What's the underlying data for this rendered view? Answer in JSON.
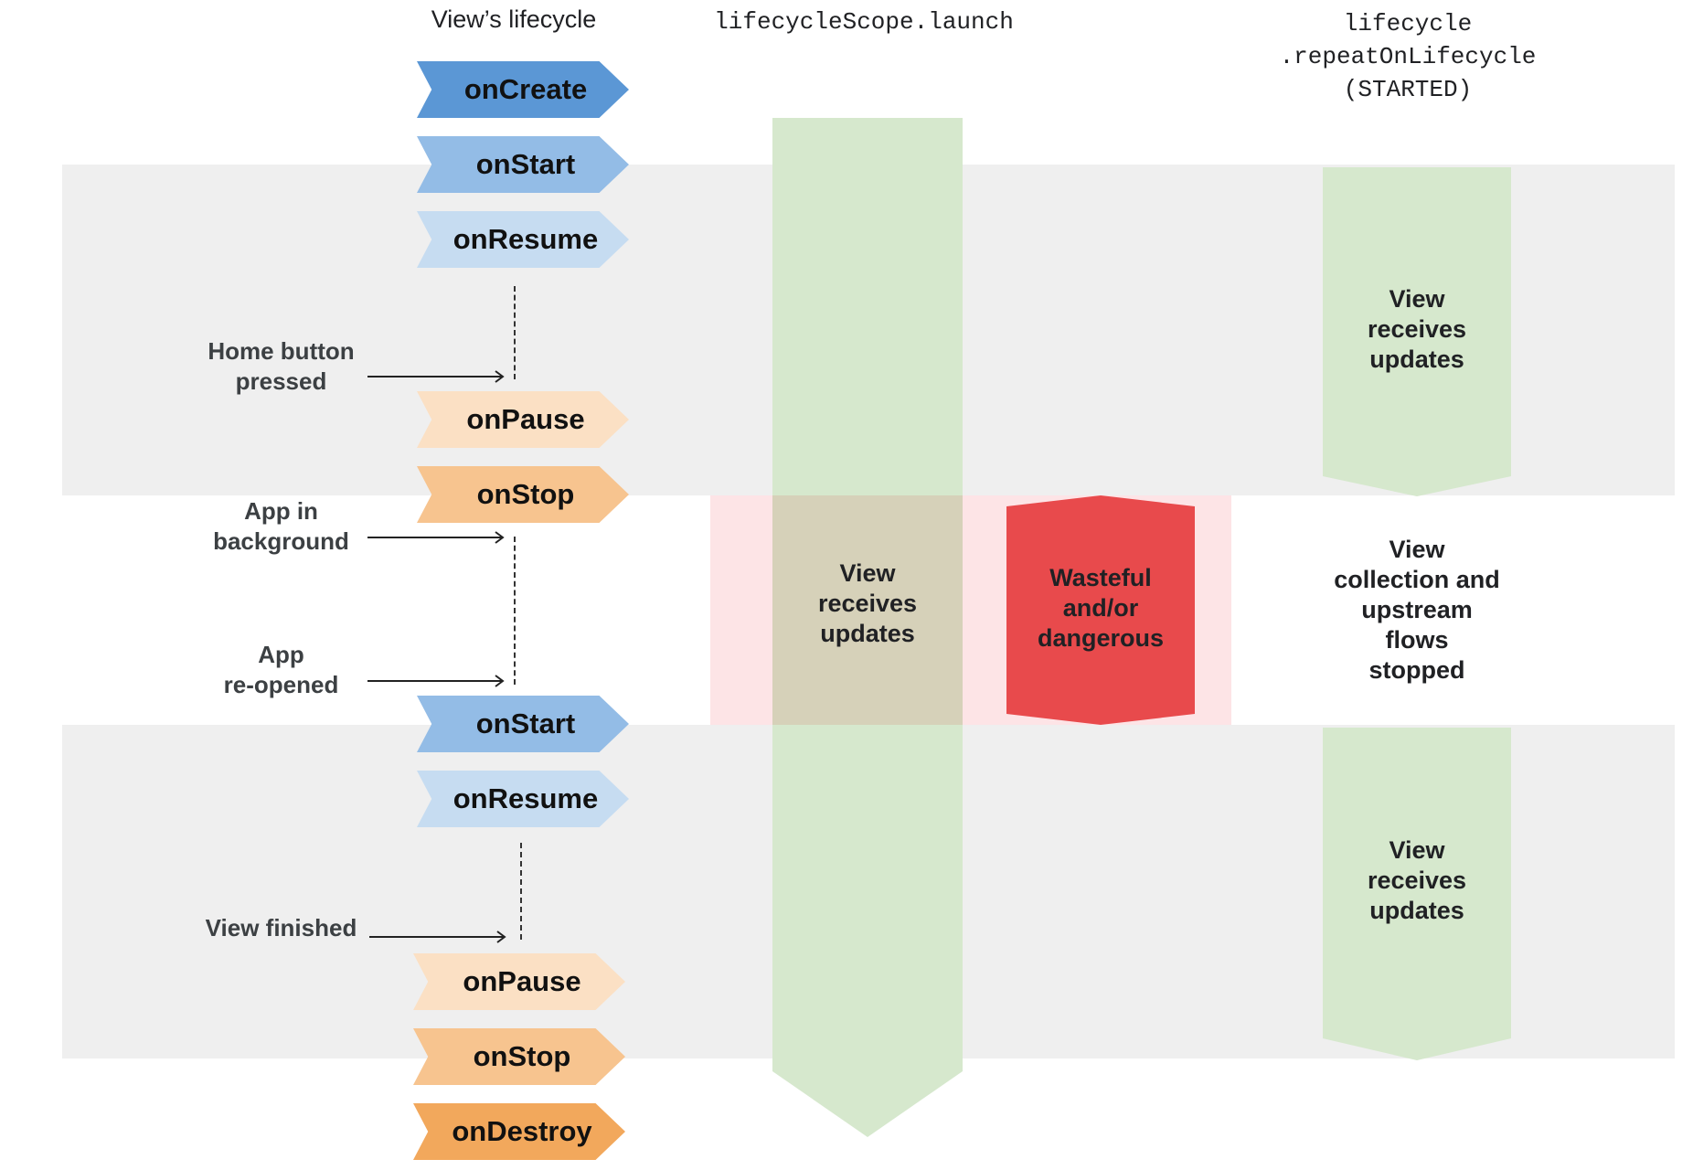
{
  "headers": {
    "lifecycle": "View’s lifecycle",
    "launch": "lifecycleScope.launch",
    "repeat": "lifecycle\n.repeatOnLifecycle\n(STARTED)"
  },
  "lifecycle_events": [
    {
      "label": "onCreate",
      "color": "#5b97d5"
    },
    {
      "label": "onStart",
      "color": "#93bce6"
    },
    {
      "label": "onResume",
      "color": "#c6dcf1"
    },
    {
      "label": "onPause",
      "color": "#fbe0c4"
    },
    {
      "label": "onStop",
      "color": "#f7c48f"
    },
    {
      "label": "onStart",
      "color": "#93bce6"
    },
    {
      "label": "onResume",
      "color": "#c6dcf1"
    },
    {
      "label": "onPause",
      "color": "#fbe0c4"
    },
    {
      "label": "onStop",
      "color": "#f7c48f"
    },
    {
      "label": "onDestroy",
      "color": "#f2a85c"
    }
  ],
  "events": {
    "home_button": "Home button\npressed",
    "app_background": "App in\nbackground",
    "app_reopened": "App\nre-opened",
    "view_finished": "View finished"
  },
  "launch_column": {
    "label": "View\nreceives\nupdates"
  },
  "warning": {
    "label": "Wasteful\nand/or\ndangerous",
    "color": "#e84a4c"
  },
  "repeat_column": {
    "top_label": "View\nreceives\nupdates",
    "stopped_label": "View\ncollection and\nupstream\nflows\nstopped",
    "bottom_label": "View\nreceives\nupdates"
  },
  "colors": {
    "band_gray": "#efefef",
    "band_pink": "#fde4e6",
    "green": "#d6e8cd",
    "overlap": "#d6d1b9"
  }
}
